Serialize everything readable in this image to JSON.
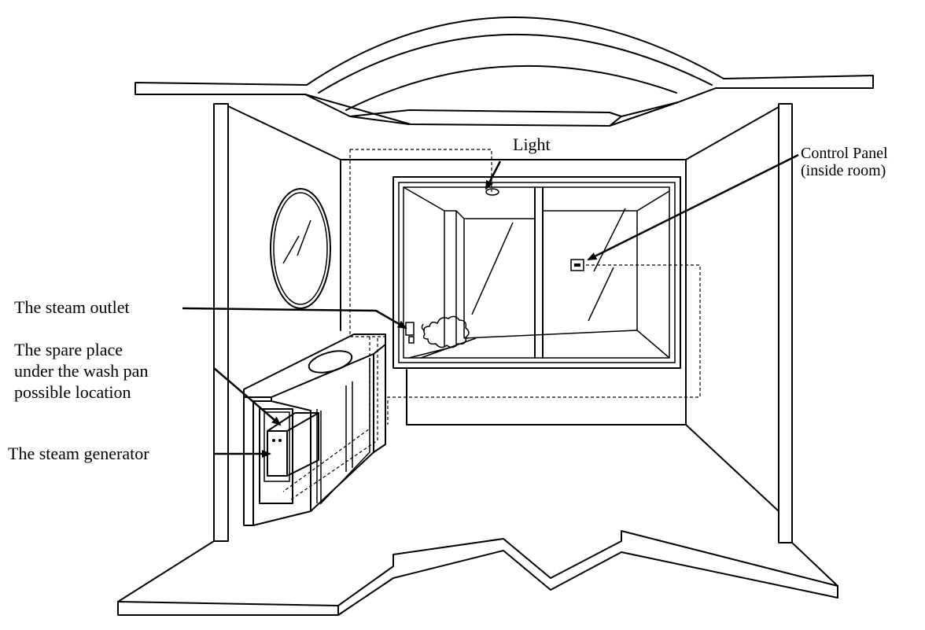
{
  "labels": {
    "light": "Light",
    "control_panel_line1": "Control Panel",
    "control_panel_line2": "(inside room)",
    "steam_outlet": "The steam outlet",
    "spare_place_line1": "The spare place",
    "spare_place_line2": "under the wash pan",
    "spare_place_line3": "possible location",
    "steam_generator": "The steam generator"
  },
  "colors": {
    "line": "#000000",
    "background": "#ffffff"
  }
}
